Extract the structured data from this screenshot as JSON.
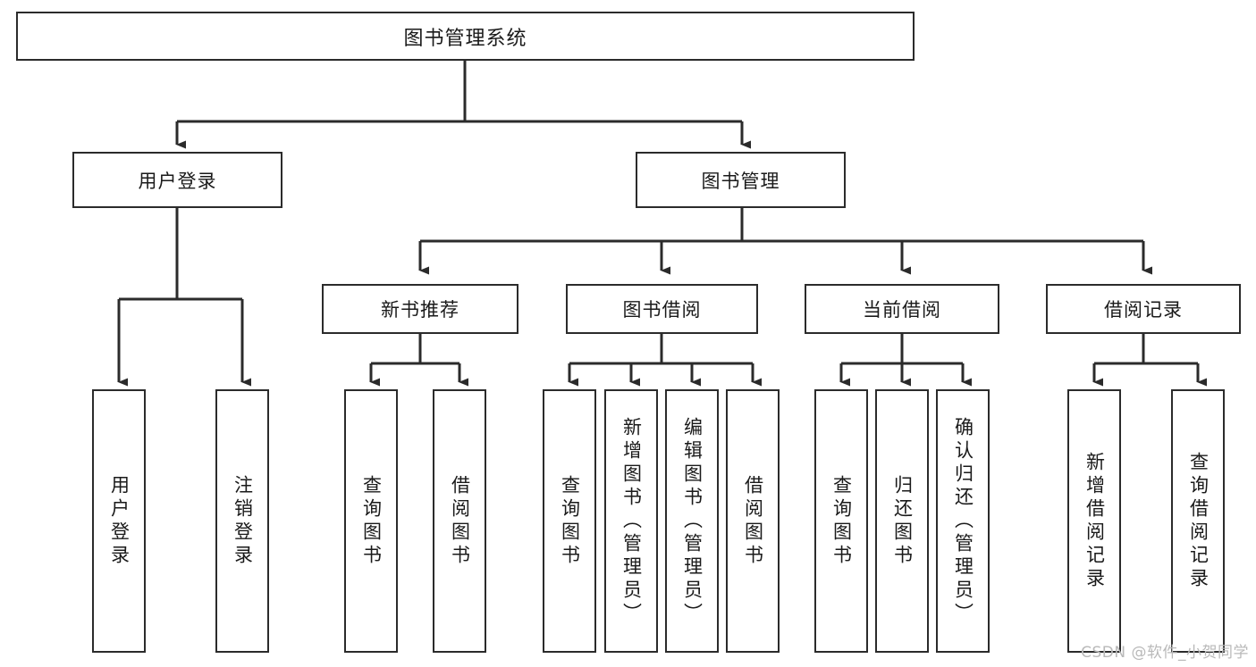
{
  "diagram": {
    "title": "图书管理系统",
    "type": "tree-hierarchy-diagram",
    "watermark": "CSDN @软件_小贺同学",
    "colors": {
      "stroke": "#2b2b2b",
      "background": "#ffffff",
      "text": "#1a1a1a",
      "watermark": "#b9b9b9"
    },
    "root": {
      "label": "图书管理系统"
    },
    "level2": [
      {
        "id": "user-login",
        "label": "用户登录"
      },
      {
        "id": "book-management",
        "label": "图书管理"
      }
    ],
    "level3": [
      {
        "id": "new-book-recommend",
        "label": "新书推荐"
      },
      {
        "id": "book-borrow",
        "label": "图书借阅"
      },
      {
        "id": "current-borrow",
        "label": "当前借阅"
      },
      {
        "id": "borrow-record",
        "label": "借阅记录"
      }
    ],
    "leaves": {
      "user_login": [
        {
          "id": "leaf-user-login",
          "label": "用户登录"
        },
        {
          "id": "leaf-logout",
          "label": "注销登录"
        }
      ],
      "new_book_recommend": [
        {
          "id": "leaf-query-book-1",
          "label": "查询图书"
        },
        {
          "id": "leaf-borrow-book-1",
          "label": "借阅图书"
        }
      ],
      "book_borrow": [
        {
          "id": "leaf-query-book-2",
          "label": "查询图书"
        },
        {
          "id": "leaf-add-book",
          "label": "新增图书（管理员）"
        },
        {
          "id": "leaf-edit-book",
          "label": "编辑图书（管理员）"
        },
        {
          "id": "leaf-borrow-book-2",
          "label": "借阅图书"
        }
      ],
      "current_borrow": [
        {
          "id": "leaf-query-book-3",
          "label": "查询图书"
        },
        {
          "id": "leaf-return-book",
          "label": "归还图书"
        },
        {
          "id": "leaf-confirm-return",
          "label": "确认归还（管理员）"
        }
      ],
      "borrow_record": [
        {
          "id": "leaf-add-record",
          "label": "新增借阅记录"
        },
        {
          "id": "leaf-query-record",
          "label": "查询借阅记录"
        }
      ]
    }
  }
}
